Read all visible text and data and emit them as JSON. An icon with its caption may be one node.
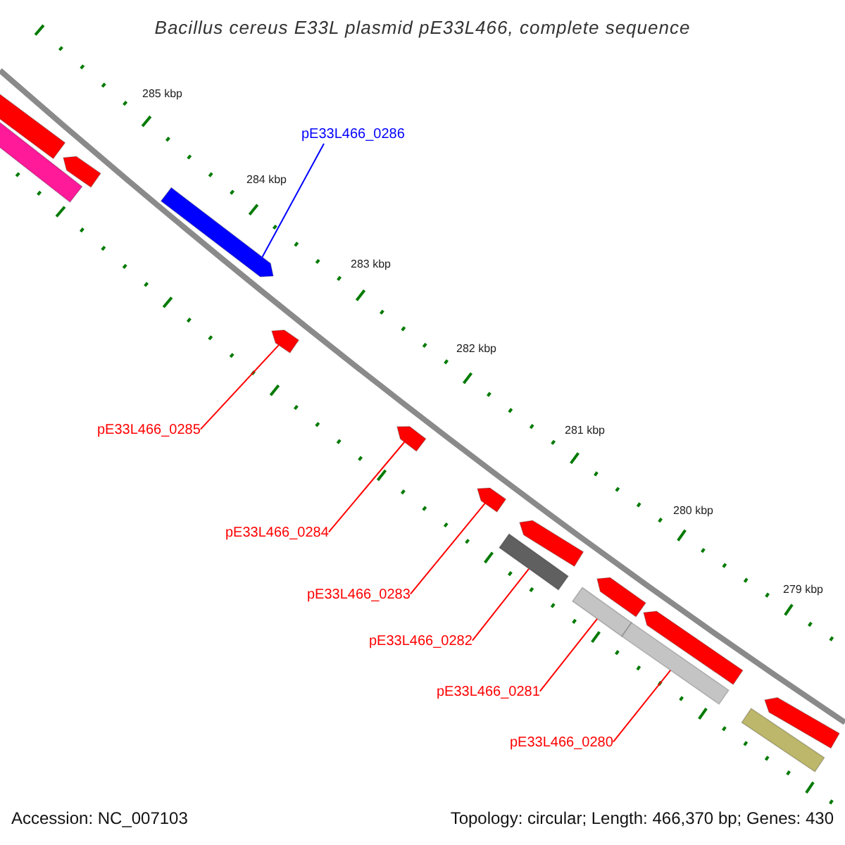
{
  "diagram": {
    "title": "Bacillus cereus E33L plasmid pE33L466, complete sequence",
    "nodes": [
      {
        "text": [
          "pE33L466_0286"
        ]
      },
      {
        "text": [],
        "shape": "bar"
      },
      {
        "text": [
          "pE33L466_0285"
        ]
      },
      {
        "text": [],
        "shape": "bar"
      },
      {
        "text": [
          "pE33L466_0284"
        ]
      },
      {
        "text": [],
        "shape": "bar"
      },
      {
        "text": [
          "pE33L466_0283"
        ]
      },
      {
        "text": [],
        "shape": "bar"
      },
      {
        "text": [
          "pE33L466_0282"
        ]
      },
      {
        "text": [],
        "shape": "bar"
      },
      {
        "text": [
          "pE33L466_0281"
        ]
      },
      {
        "text": [],
        "shape": "bar"
      },
      {
        "text": [
          "pE33L466_0280"
        ]
      },
      {
        "text": [],
        "shape": "bar"
      }
    ],
    "edges": [
      {
        "from": 0,
        "to": 1,
        "arrow": "none",
        "color": "#0000ff"
      },
      {
        "from": 2,
        "to": 3,
        "arrow": "none"
      },
      {
        "from": 4,
        "to": 5,
        "arrow": "none"
      },
      {
        "from": 6,
        "to": 7,
        "arrow": "none"
      },
      {
        "from": 8,
        "to": 9,
        "arrow": "none"
      },
      {
        "from": 10,
        "to": 11,
        "arrow": "none"
      },
      {
        "from": 12,
        "to": 13,
        "arrow": "none"
      }
    ],
    "labels": [
      "285 kbp",
      "284 kbp",
      "283 kbp",
      "282 kbp",
      "281 kbp",
      "280 kbp",
      "279 kbp",
      "Accession: NC_007103",
      "Topology: circular; Length: 466,370 bp; Genes: 430"
    ]
  }
}
